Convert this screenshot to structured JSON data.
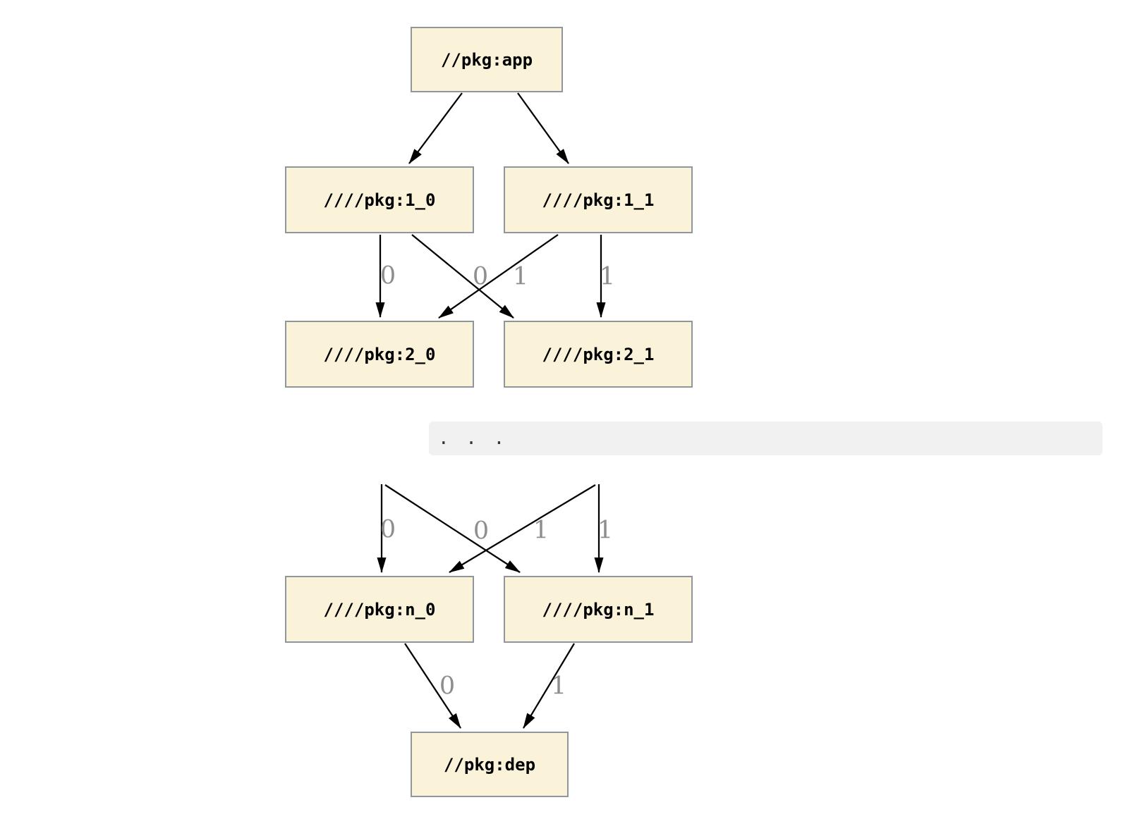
{
  "diagram": {
    "nodes": {
      "app": {
        "label": "//pkg:app"
      },
      "1_0": {
        "label": "////pkg:1_0"
      },
      "1_1": {
        "label": "////pkg:1_1"
      },
      "2_0": {
        "label": "////pkg:2_0"
      },
      "2_1": {
        "label": "////pkg:2_1"
      },
      "n_0": {
        "label": "////pkg:n_0"
      },
      "n_1": {
        "label": "////pkg:n_1"
      },
      "dep": {
        "label": "//pkg:dep"
      }
    },
    "edges": [
      {
        "from": "app",
        "to": "1_0",
        "label": ""
      },
      {
        "from": "app",
        "to": "1_1",
        "label": ""
      },
      {
        "from": "1_0",
        "to": "2_0",
        "label": "0"
      },
      {
        "from": "1_0",
        "to": "2_1",
        "label": "1"
      },
      {
        "from": "1_1",
        "to": "2_0",
        "label": "0"
      },
      {
        "from": "1_1",
        "to": "2_1",
        "label": "1"
      },
      {
        "from": "...",
        "to": "n_0",
        "label": "0"
      },
      {
        "from": "...",
        "to": "n_1",
        "label": "1"
      },
      {
        "from": "...",
        "to": "n_0",
        "label": "0"
      },
      {
        "from": "...",
        "to": "n_1",
        "label": "1"
      },
      {
        "from": "n_0",
        "to": "dep",
        "label": "0"
      },
      {
        "from": "n_1",
        "to": "dep",
        "label": "1"
      }
    ],
    "ellipsis": ". . ."
  },
  "colors": {
    "node_fill": "#faf3d9",
    "node_border": "#8f979c",
    "edge": "#000000",
    "edge_label": "#8e8e8e",
    "ellipsis_band_bg": "#f1f1f1",
    "background": "#ffffff"
  }
}
